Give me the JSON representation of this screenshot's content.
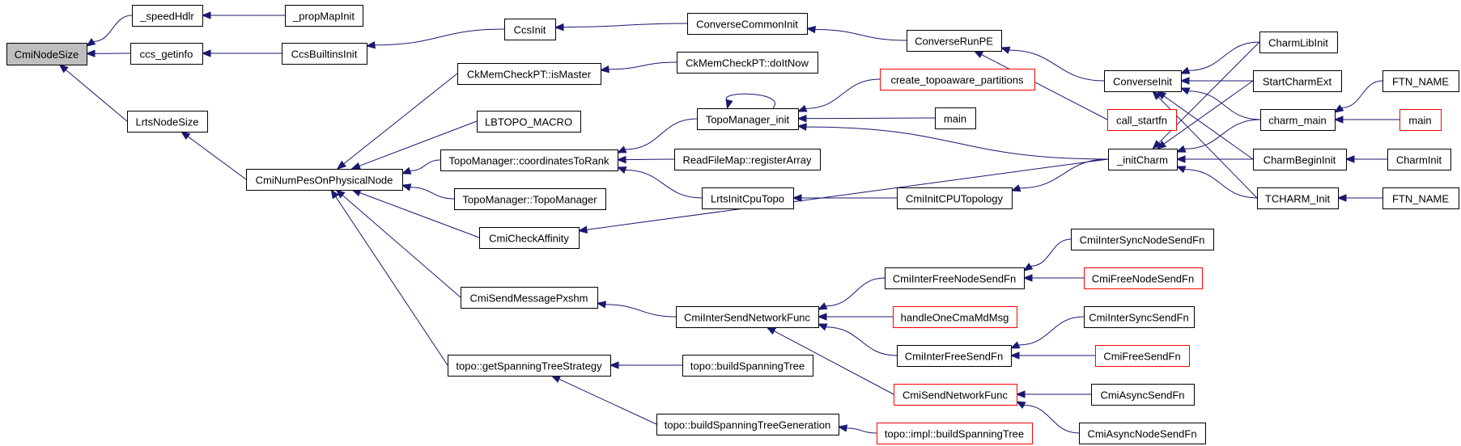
{
  "diagram": {
    "type": "caller-graph",
    "root": "CmiNodeSize",
    "colors": {
      "edge": "#191970",
      "root_fill": "#bfbfbf",
      "node_border": "#000000",
      "undocumented_border": "#ff0000"
    },
    "nodes": [
      {
        "id": "n0",
        "label": "CmiNodeSize",
        "style": "root"
      },
      {
        "id": "n1",
        "label": "_speedHdlr",
        "style": "normal"
      },
      {
        "id": "n2",
        "label": "_propMapInit",
        "style": "normal"
      },
      {
        "id": "n3",
        "label": "ccs_getinfo",
        "style": "normal"
      },
      {
        "id": "n4",
        "label": "CcsBuiltinsInit",
        "style": "normal"
      },
      {
        "id": "n5",
        "label": "CcsInit",
        "style": "normal"
      },
      {
        "id": "n6",
        "label": "ConverseCommonInit",
        "style": "normal"
      },
      {
        "id": "n7",
        "label": "ConverseRunPE",
        "style": "normal"
      },
      {
        "id": "n8",
        "label": "ConverseInit",
        "style": "normal"
      },
      {
        "id": "n9",
        "label": "CharmLibInit",
        "style": "normal"
      },
      {
        "id": "n10",
        "label": "StartCharmExt",
        "style": "normal"
      },
      {
        "id": "n11",
        "label": "charm_main",
        "style": "normal"
      },
      {
        "id": "n12",
        "label": "FTN_NAME",
        "style": "normal"
      },
      {
        "id": "n13",
        "label": "main",
        "style": "red"
      },
      {
        "id": "n14",
        "label": "CharmBeginInit",
        "style": "normal"
      },
      {
        "id": "n15",
        "label": "CharmInit",
        "style": "normal"
      },
      {
        "id": "n16",
        "label": "TCHARM_Init",
        "style": "normal"
      },
      {
        "id": "n17",
        "label": "FTN_NAME",
        "style": "normal"
      },
      {
        "id": "n18",
        "label": "call_startfn",
        "style": "red"
      },
      {
        "id": "n19",
        "label": "_initCharm",
        "style": "normal"
      },
      {
        "id": "n20",
        "label": "LrtsNodeSize",
        "style": "normal"
      },
      {
        "id": "n21",
        "label": "CmiNumPesOnPhysicalNode",
        "style": "normal"
      },
      {
        "id": "n22",
        "label": "CkMemCheckPT::isMaster",
        "style": "normal"
      },
      {
        "id": "n23",
        "label": "CkMemCheckPT::doItNow",
        "style": "normal"
      },
      {
        "id": "n24",
        "label": "LBTOPO_MACRO",
        "style": "normal"
      },
      {
        "id": "n25",
        "label": "TopoManager::coordinatesToRank",
        "style": "normal"
      },
      {
        "id": "n26",
        "label": "TopoManager_init",
        "style": "normal"
      },
      {
        "id": "n27",
        "label": "create_topoaware_partitions",
        "style": "red"
      },
      {
        "id": "n28",
        "label": "main",
        "style": "normal"
      },
      {
        "id": "n29",
        "label": "ReadFileMap::registerArray",
        "style": "normal"
      },
      {
        "id": "n30",
        "label": "LrtsInitCpuTopo",
        "style": "normal"
      },
      {
        "id": "n31",
        "label": "CmiInitCPUTopology",
        "style": "normal"
      },
      {
        "id": "n32",
        "label": "TopoManager::TopoManager",
        "style": "normal"
      },
      {
        "id": "n33",
        "label": "CmiCheckAffinity",
        "style": "normal"
      },
      {
        "id": "n34",
        "label": "CmiSendMessagePxshm",
        "style": "normal"
      },
      {
        "id": "n35",
        "label": "CmiInterSendNetworkFunc",
        "style": "normal"
      },
      {
        "id": "n36",
        "label": "CmiInterFreeNodeSendFn",
        "style": "normal"
      },
      {
        "id": "n37",
        "label": "CmiInterSyncNodeSendFn",
        "style": "normal"
      },
      {
        "id": "n38",
        "label": "CmiFreeNodeSendFn",
        "style": "red"
      },
      {
        "id": "n39",
        "label": "handleOneCmaMdMsg",
        "style": "red"
      },
      {
        "id": "n40",
        "label": "CmiInterFreeSendFn",
        "style": "normal"
      },
      {
        "id": "n41",
        "label": "CmiInterSyncSendFn",
        "style": "normal"
      },
      {
        "id": "n42",
        "label": "CmiFreeSendFn",
        "style": "red"
      },
      {
        "id": "n43",
        "label": "CmiSendNetworkFunc",
        "style": "red"
      },
      {
        "id": "n44",
        "label": "CmiAsyncSendFn",
        "style": "normal"
      },
      {
        "id": "n45",
        "label": "CmiAsyncNodeSendFn",
        "style": "normal"
      },
      {
        "id": "n46",
        "label": "topo::getSpanningTreeStrategy",
        "style": "normal"
      },
      {
        "id": "n47",
        "label": "topo::buildSpanningTree",
        "style": "normal"
      },
      {
        "id": "n48",
        "label": "topo::buildSpanningTreeGeneration",
        "style": "normal"
      },
      {
        "id": "n49",
        "label": "topo::impl::buildSpanningTree",
        "style": "red"
      }
    ],
    "edges": [
      {
        "from": "n1",
        "to": "n0"
      },
      {
        "from": "n3",
        "to": "n0"
      },
      {
        "from": "n20",
        "to": "n0"
      },
      {
        "from": "n2",
        "to": "n1"
      },
      {
        "from": "n4",
        "to": "n3"
      },
      {
        "from": "n5",
        "to": "n4"
      },
      {
        "from": "n6",
        "to": "n5"
      },
      {
        "from": "n7",
        "to": "n6"
      },
      {
        "from": "n8",
        "to": "n7"
      },
      {
        "from": "n18",
        "to": "n7"
      },
      {
        "from": "n9",
        "to": "n8"
      },
      {
        "from": "n10",
        "to": "n8"
      },
      {
        "from": "n11",
        "to": "n8"
      },
      {
        "from": "n14",
        "to": "n8"
      },
      {
        "from": "n16",
        "to": "n8"
      },
      {
        "from": "n12",
        "to": "n11"
      },
      {
        "from": "n13",
        "to": "n11"
      },
      {
        "from": "n15",
        "to": "n14"
      },
      {
        "from": "n17",
        "to": "n16"
      },
      {
        "from": "n9",
        "to": "n19"
      },
      {
        "from": "n10",
        "to": "n19"
      },
      {
        "from": "n11",
        "to": "n19"
      },
      {
        "from": "n14",
        "to": "n19"
      },
      {
        "from": "n16",
        "to": "n19"
      },
      {
        "from": "n21",
        "to": "n20"
      },
      {
        "from": "n22",
        "to": "n21"
      },
      {
        "from": "n24",
        "to": "n21"
      },
      {
        "from": "n25",
        "to": "n21"
      },
      {
        "from": "n32",
        "to": "n21"
      },
      {
        "from": "n33",
        "to": "n21"
      },
      {
        "from": "n34",
        "to": "n21"
      },
      {
        "from": "n46",
        "to": "n21"
      },
      {
        "from": "n23",
        "to": "n22"
      },
      {
        "from": "n26",
        "to": "n25"
      },
      {
        "from": "n29",
        "to": "n25"
      },
      {
        "from": "n30",
        "to": "n25"
      },
      {
        "from": "n26",
        "to": "n26"
      },
      {
        "from": "n27",
        "to": "n26"
      },
      {
        "from": "n28",
        "to": "n26"
      },
      {
        "from": "n19",
        "to": "n26"
      },
      {
        "from": "n31",
        "to": "n30"
      },
      {
        "from": "n19",
        "to": "n31"
      },
      {
        "from": "n19",
        "to": "n33"
      },
      {
        "from": "n35",
        "to": "n34"
      },
      {
        "from": "n36",
        "to": "n35"
      },
      {
        "from": "n39",
        "to": "n35"
      },
      {
        "from": "n40",
        "to": "n35"
      },
      {
        "from": "n43",
        "to": "n35"
      },
      {
        "from": "n37",
        "to": "n36"
      },
      {
        "from": "n38",
        "to": "n36"
      },
      {
        "from": "n41",
        "to": "n40"
      },
      {
        "from": "n42",
        "to": "n40"
      },
      {
        "from": "n44",
        "to": "n43"
      },
      {
        "from": "n45",
        "to": "n43"
      },
      {
        "from": "n47",
        "to": "n46"
      },
      {
        "from": "n48",
        "to": "n46"
      },
      {
        "from": "n49",
        "to": "n48"
      }
    ]
  }
}
